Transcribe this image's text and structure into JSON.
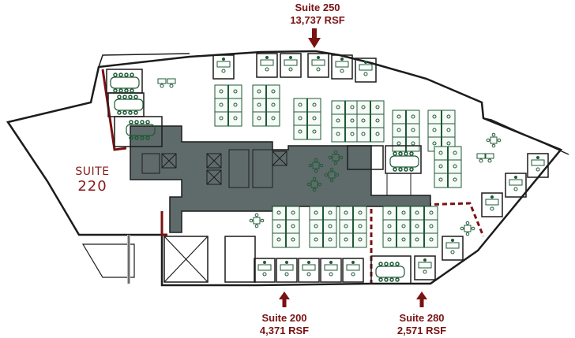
{
  "plan": {
    "title": "Office Floor Plan",
    "colors": {
      "wall": "#1c1c1c",
      "core": "#5f6b6b",
      "furniture": "#1e5a34",
      "suite_boundary": "#7a1212",
      "label": "#7a1212"
    }
  },
  "suites": [
    {
      "id": "suite-250",
      "name": "Suite 250",
      "area": "13,737 RSF",
      "arrow": "down"
    },
    {
      "id": "suite-200",
      "name": "Suite 200",
      "area": "4,371 RSF",
      "arrow": "up"
    },
    {
      "id": "suite-280",
      "name": "Suite 280",
      "area": "2,571 RSF",
      "arrow": "up"
    }
  ],
  "suite220": {
    "line1": "SUITE",
    "line2": "220"
  }
}
